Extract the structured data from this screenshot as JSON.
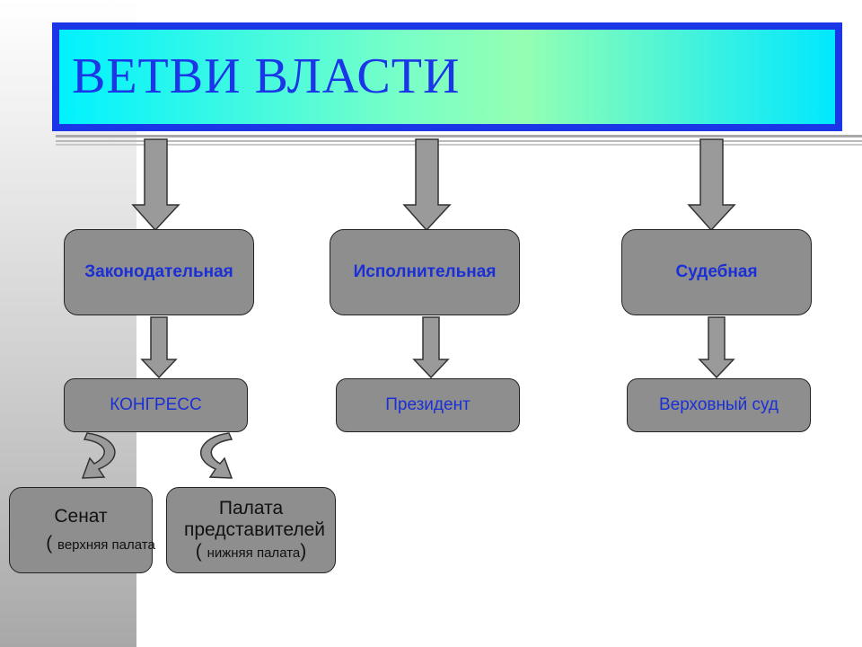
{
  "title": "ВЕТВИ ВЛАСТИ",
  "branches": [
    {
      "label": "Законодательная",
      "body": "КОНГРЕСС"
    },
    {
      "label": "Исполнительная",
      "body": "Президент"
    },
    {
      "label": "Судебная",
      "body": "Верховный суд"
    }
  ],
  "chambers": {
    "senate": {
      "name": "Сенат",
      "note": "верхняя палата"
    },
    "house": {
      "name_line1": "Палата",
      "name_line2": "представителей",
      "note": "нижняя палата"
    }
  },
  "colors": {
    "title_border": "#1a36e6",
    "title_text": "#1a36e6",
    "box_fill": "#8e8e8e",
    "label_text": "#1a2fd6",
    "arrow_fill": "#9a9a9a"
  }
}
